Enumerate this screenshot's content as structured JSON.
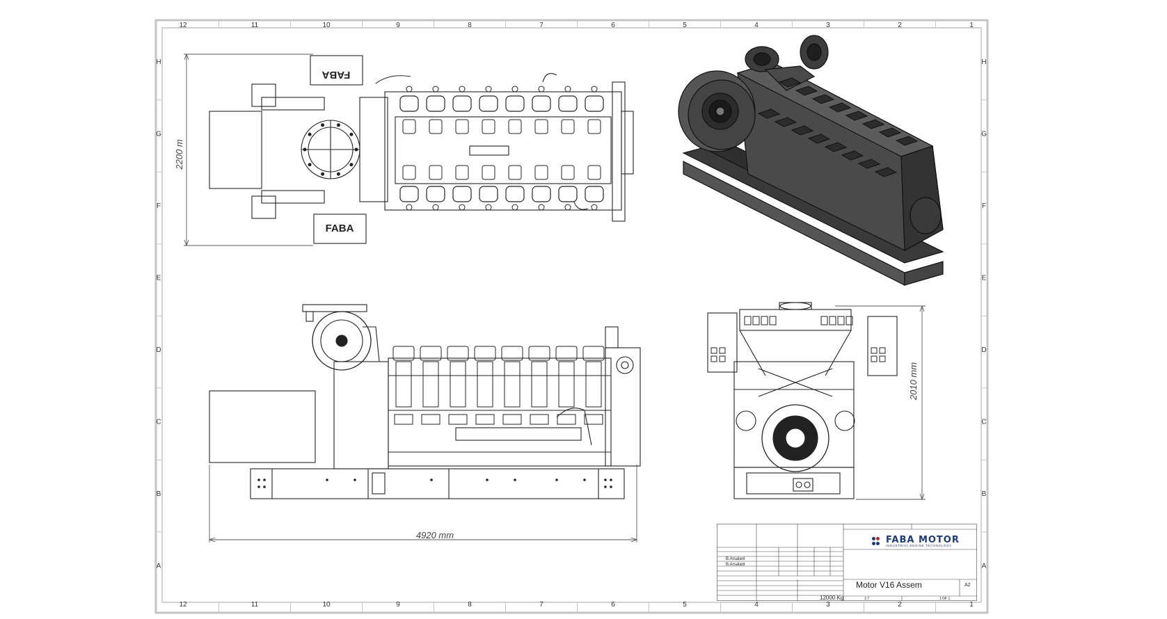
{
  "drawing": {
    "border_columns": [
      "12",
      "11",
      "10",
      "9",
      "8",
      "7",
      "6",
      "5",
      "4",
      "3",
      "2",
      "1"
    ],
    "border_rows": [
      "H",
      "G",
      "F",
      "E",
      "D",
      "C",
      "B",
      "A"
    ],
    "dimensions": {
      "top_view_width": "2200 m",
      "front_view_length": "4920  mm",
      "side_view_height": "2010 mm"
    },
    "engine_badges": [
      "FABA",
      "FABA"
    ],
    "line_color": "#222222",
    "frame_color": "#c8c8c8"
  },
  "title_block": {
    "company": "FABA MOTOR",
    "company_tagline": "INDUSTRIAL ENGINE TECHNOLOGY",
    "logo_dot_colors": [
      "#1e3a78",
      "#c1272d",
      "#1e3a78",
      "#1e3a78"
    ],
    "drawn_by": "B.Arsalanl",
    "checked_by": "B.Arsalanl",
    "title": "Motor V16 Assem",
    "size": "A2",
    "weight": "12000 Kg",
    "scale": "1:7",
    "sheet": "1 OF 1"
  }
}
